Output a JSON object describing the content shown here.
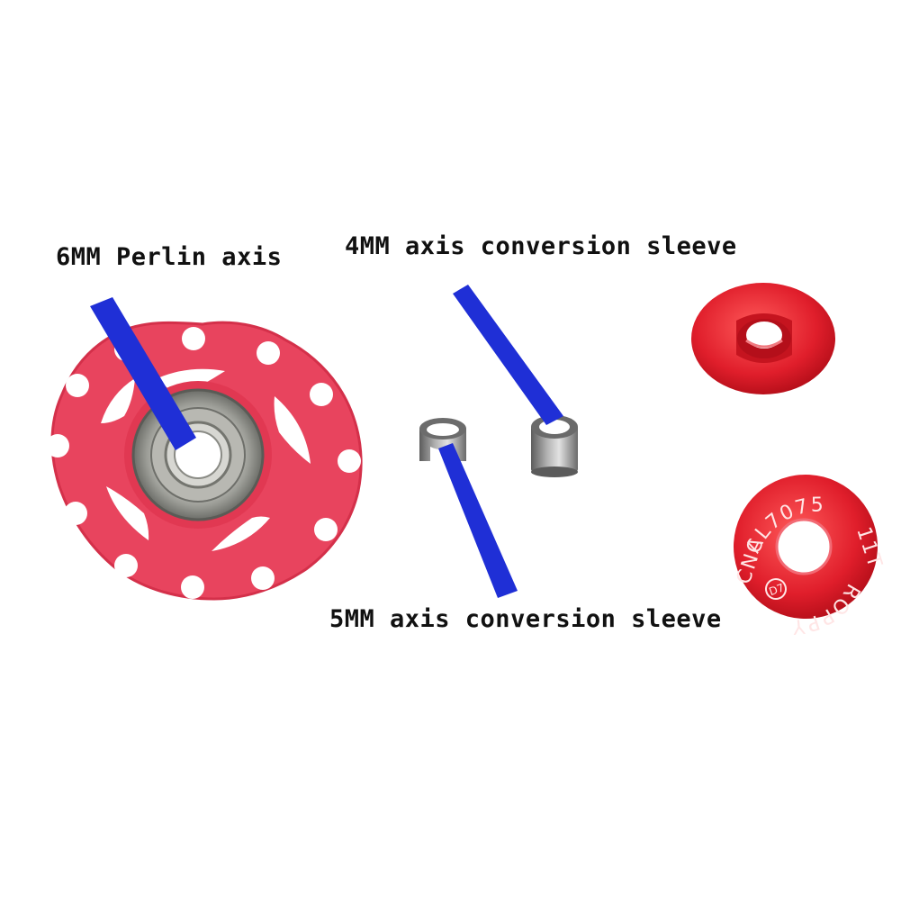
{
  "labels": {
    "perlin_axis": "6MM Perlin axis",
    "sleeve_4mm": "4MM axis conversion sleeve",
    "sleeve_5mm": "5MM axis conversion sleeve"
  },
  "washer_engraving": {
    "material": "AL7075",
    "teeth": "11T",
    "brand": "ROPPY",
    "process": "CNC",
    "badge": "D7"
  },
  "colors": {
    "pointer": "#1f2fd6",
    "pulley": "#e8445e",
    "washer": "#e01e2b",
    "bearing": "#a9aaa4",
    "sleeve": "#8d8d8d"
  }
}
